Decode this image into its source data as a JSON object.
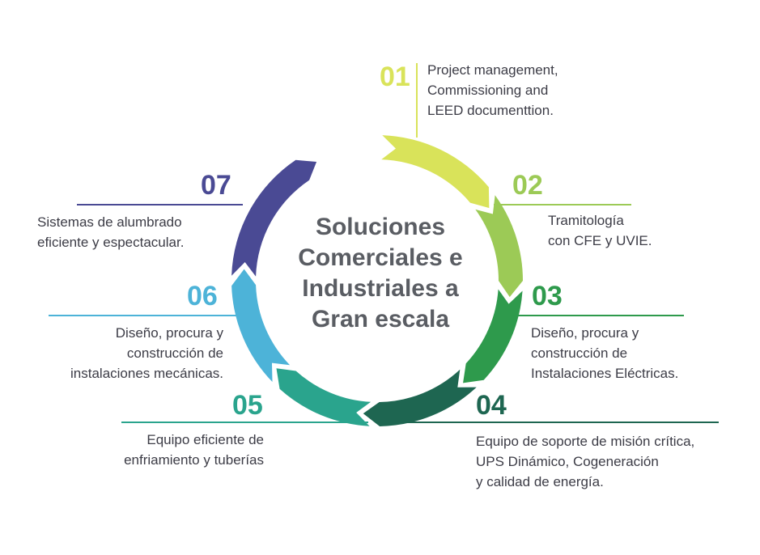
{
  "title_lines": [
    "Soluciones",
    "Comerciales e",
    "Industriales a",
    "Gran escala"
  ],
  "steps": [
    {
      "number": "01",
      "color": "#d9e35a",
      "lines": [
        "Project management,",
        "Commissioning and",
        "LEED documenttion."
      ]
    },
    {
      "number": "02",
      "color": "#9cca56",
      "lines": [
        "Tramitología",
        "con CFE y UVIE."
      ]
    },
    {
      "number": "03",
      "color": "#2e9a4c",
      "lines": [
        "Diseño, procura y",
        "construcción de",
        "Instalaciones Eléctricas."
      ]
    },
    {
      "number": "04",
      "color": "#1e6651",
      "lines": [
        "Equipo de soporte de misión crítica,",
        "UPS Dinámico, Cogeneración",
        " y calidad de energía."
      ]
    },
    {
      "number": "05",
      "color": "#2aa48d",
      "lines": [
        "Equipo eficiente de",
        "enfriamiento y tuberías"
      ]
    },
    {
      "number": "06",
      "color": "#4db3d8",
      "lines": [
        "Diseño, procura y",
        "construcción de",
        "instalaciones mecánicas."
      ]
    },
    {
      "number": "07",
      "color": "#4a4a94",
      "lines": [
        "Sistemas de alumbrado",
        "eficiente y espectacular."
      ]
    }
  ]
}
